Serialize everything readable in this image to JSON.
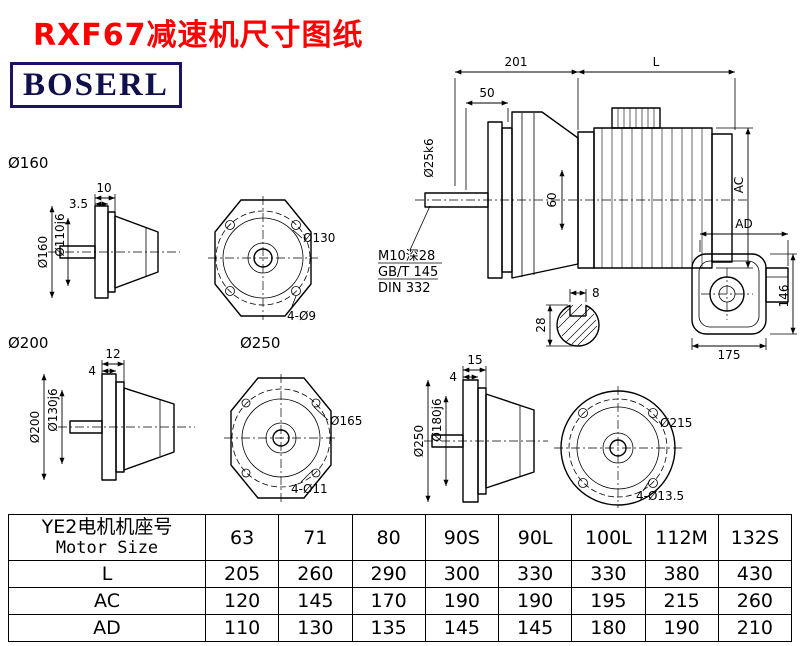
{
  "title": "RXF67减速机尺寸图纸",
  "logo": "BOSERL",
  "colors": {
    "title": "#ff0000",
    "logo_border": "#1b1464",
    "logo_text": "#10104a"
  },
  "main_view": {
    "dim_gear_length": "201",
    "dim_motor_length": "L",
    "dim_shaft_length": "50",
    "dim_shaft_dia": "Ø25k6",
    "dim_bore_depth": "60",
    "dim_motor_height": "AC"
  },
  "notes": {
    "tap": "M10深28",
    "std1": "GB/T 145",
    "std2": "DIN 332"
  },
  "key_section": {
    "width": "8",
    "height": "28"
  },
  "rear_view": {
    "dim_ad": "AD",
    "dim_height": "146",
    "dim_width": "175"
  },
  "flange160": {
    "label": "Ø160",
    "dim_offset": "10",
    "dim_thickness": "3.5",
    "dim_od": "Ø160",
    "dim_spigot": "Ø110j6",
    "dim_bolt_circle": "Ø130",
    "dim_holes": "4-Ø9"
  },
  "flange200": {
    "label": "Ø200",
    "dim_offset": "12",
    "dim_thickness": "4",
    "dim_od": "Ø200",
    "dim_spigot": "Ø130j6",
    "dim_bolt_circle": "Ø165",
    "dim_holes": "4-Ø11"
  },
  "flange250": {
    "label": "Ø250",
    "dim_offset": "15",
    "dim_thickness": "4",
    "dim_od": "Ø250",
    "dim_spigot": "Ø180j6",
    "dim_bolt_circle": "Ø215",
    "dim_holes": "4-Ø13.5"
  },
  "table": {
    "header_cn": "YE2电机机座号",
    "header_en": "Motor Size",
    "columns": [
      "63",
      "71",
      "80",
      "90S",
      "90L",
      "100L",
      "112M",
      "132S"
    ],
    "rows": [
      {
        "label": "L",
        "values": [
          "205",
          "260",
          "290",
          "300",
          "330",
          "330",
          "380",
          "430"
        ]
      },
      {
        "label": "AC",
        "values": [
          "120",
          "145",
          "170",
          "190",
          "190",
          "195",
          "215",
          "260"
        ]
      },
      {
        "label": "AD",
        "values": [
          "110",
          "130",
          "135",
          "145",
          "145",
          "180",
          "190",
          "210"
        ]
      }
    ]
  }
}
